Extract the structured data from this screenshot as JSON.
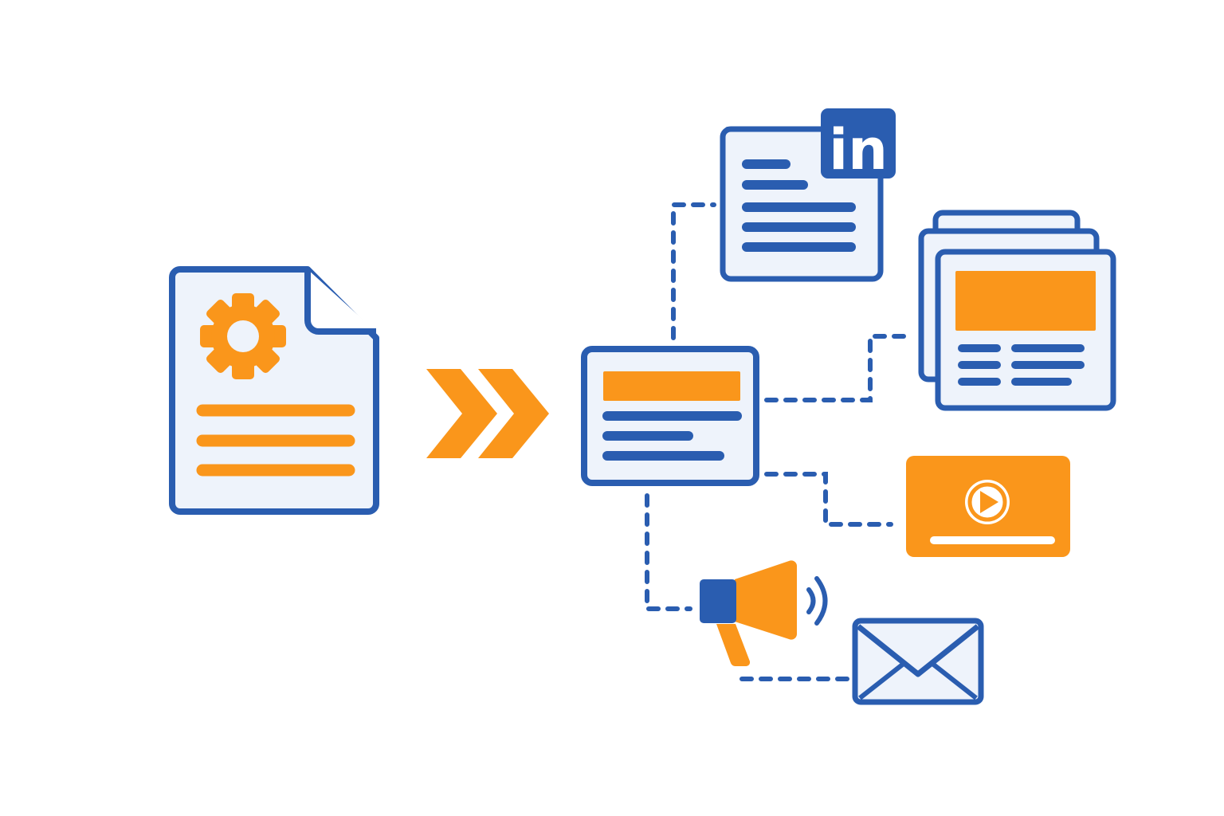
{
  "colors": {
    "blue": "#2a5db0",
    "orange": "#fa961b",
    "panel_fill": "#eef3fb",
    "background": "#ffffff",
    "white": "#ffffff"
  },
  "diagram": {
    "source": {
      "icon": "settings-document-icon"
    },
    "flow_arrow": {
      "icon": "double-chevron-right-icon"
    },
    "hub": {
      "icon": "article-document-icon"
    },
    "outputs": [
      {
        "id": "linkedin-post",
        "icon": "linkedin-icon",
        "logo_text": "in"
      },
      {
        "id": "blog-pages",
        "icon": "stacked-pages-icon"
      },
      {
        "id": "video",
        "icon": "play-icon"
      },
      {
        "id": "announcement",
        "icon": "megaphone-icon"
      },
      {
        "id": "email",
        "icon": "envelope-icon"
      }
    ]
  }
}
